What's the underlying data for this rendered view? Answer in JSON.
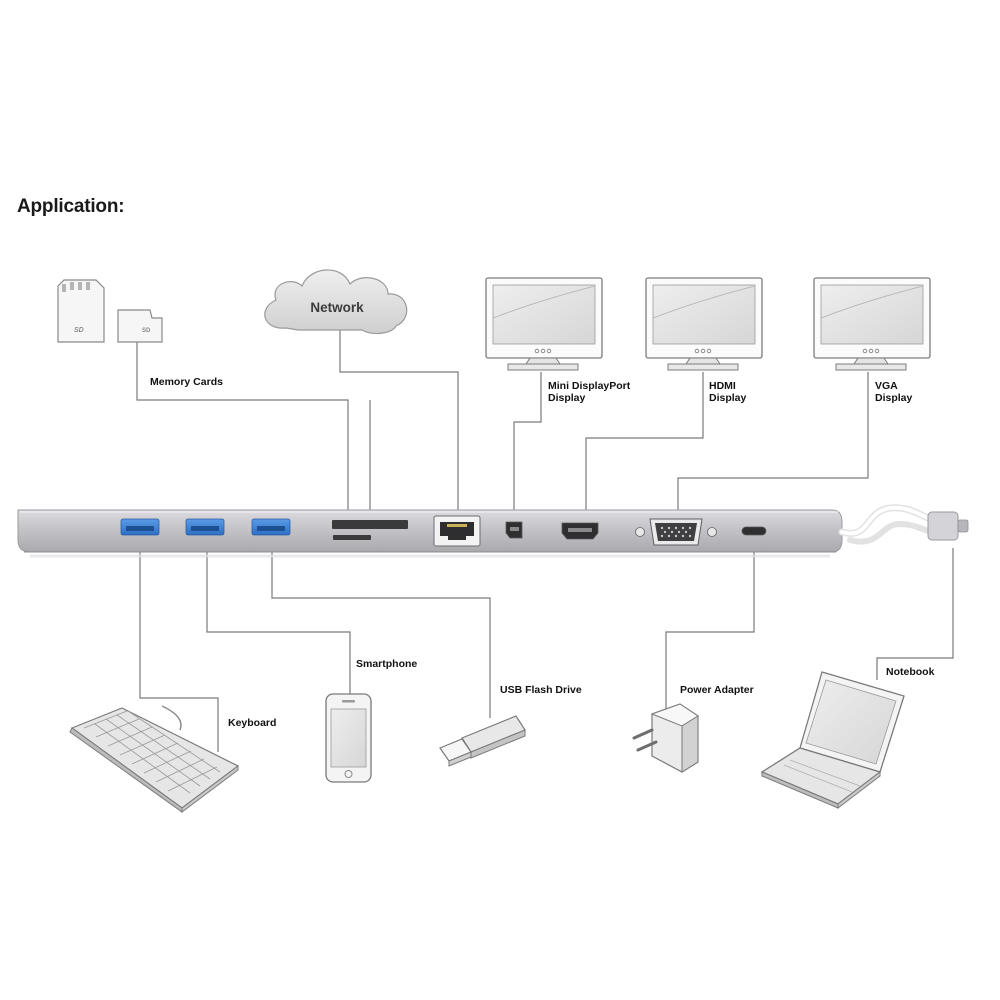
{
  "heading": "Application:",
  "network": {
    "label": "Network"
  },
  "devices": {
    "memory_cards": "Memory Cards",
    "minidp": [
      "Mini DisplayPort",
      "Display"
    ],
    "hdmi": [
      "HDMI",
      "Display"
    ],
    "vga": [
      "VGA",
      "Display"
    ],
    "smartphone": "Smartphone",
    "usb_flash": "USB Flash Drive",
    "keyboard": "Keyboard",
    "power_adapter": "Power Adapter",
    "notebook": "Notebook"
  },
  "colors": {
    "line": "#7a7a7a",
    "dock": "#c9c9cc",
    "usb_port": "#3f7fd0"
  }
}
